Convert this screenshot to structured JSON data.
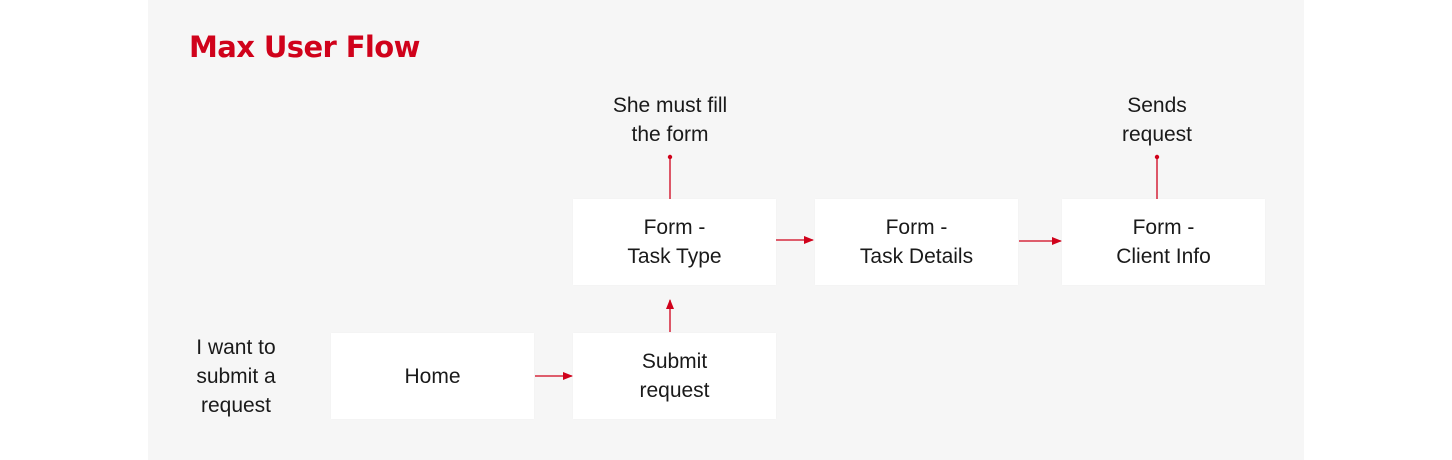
{
  "diagram": {
    "title": "Max User Flow",
    "nodes": {
      "home": "Home",
      "submit_request": "Submit\nrequest",
      "task_type": "Form -\nTask Type",
      "task_details": "Form -\nTask Details",
      "client_info": "Form -\nClient Info"
    },
    "notes": {
      "want": "I want to\nsubmit a\nrequest",
      "fill_form": "She must fill\nthe form",
      "sends": "Sends\nrequest"
    },
    "edges": [
      {
        "from": "home",
        "to": "submit_request"
      },
      {
        "from": "submit_request",
        "to": "task_type"
      },
      {
        "from": "task_type",
        "to": "task_details"
      },
      {
        "from": "task_details",
        "to": "client_info"
      }
    ],
    "colors": {
      "accent": "#d0021b",
      "panel": "#f6f6f6",
      "box": "#ffffff",
      "text": "#1a1a1a"
    }
  }
}
